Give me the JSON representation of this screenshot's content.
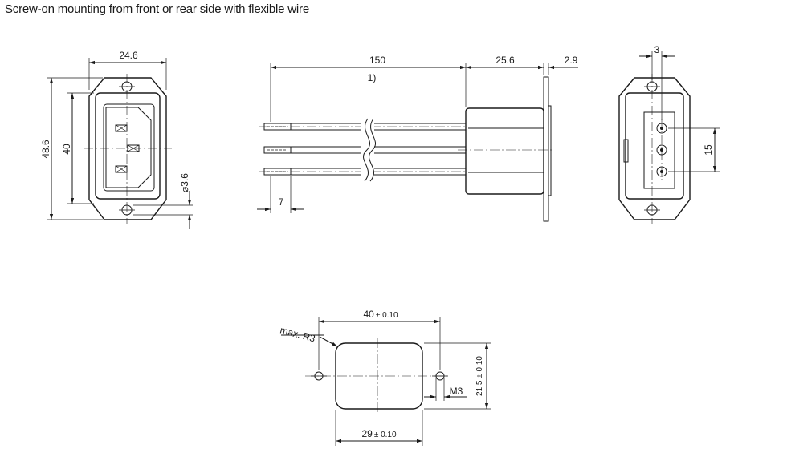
{
  "title": "Screw-on mounting from front or rear side with flexible wire",
  "front_view": {
    "width": "24.6",
    "height_total": "48.6",
    "height_inner": "40",
    "hole_diameter": "⌀3.6"
  },
  "side_view": {
    "wire_length": "150",
    "note": "1)",
    "body_depth": "25.6",
    "flange_thickness": "2.9",
    "strip_length": "7"
  },
  "rear_view": {
    "pin_offset": "3",
    "pin_spacing": "15"
  },
  "cutout": {
    "corner_radius": "max. R3",
    "hole_spacing": "40",
    "hole_spacing_tol": "± 0.10",
    "cutout_width": "29",
    "cutout_width_tol": "± 0.10",
    "cutout_height": "21.5 ± 0.10",
    "thread": "M3"
  }
}
